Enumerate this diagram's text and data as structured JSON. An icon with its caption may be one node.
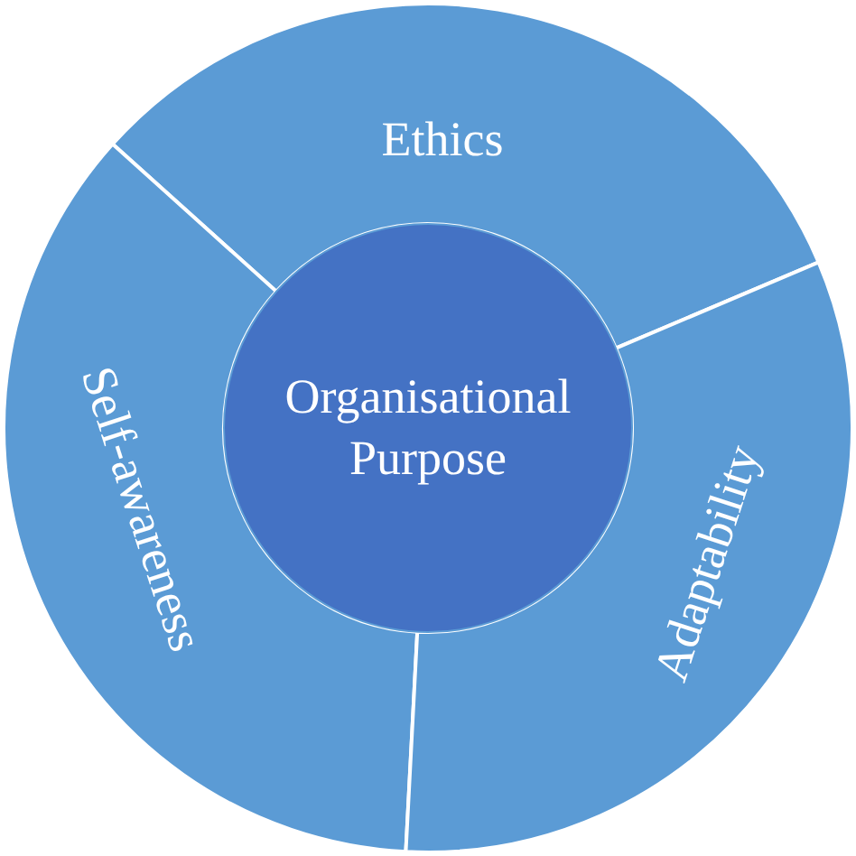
{
  "diagram": {
    "nodes": [
      {
        "text": [
          "Organisational Purpose"
        ]
      },
      {
        "text": [
          "Ethics"
        ]
      },
      {
        "text": [
          "Self-awareness"
        ]
      },
      {
        "text": [
          "Adaptability"
        ]
      }
    ]
  }
}
